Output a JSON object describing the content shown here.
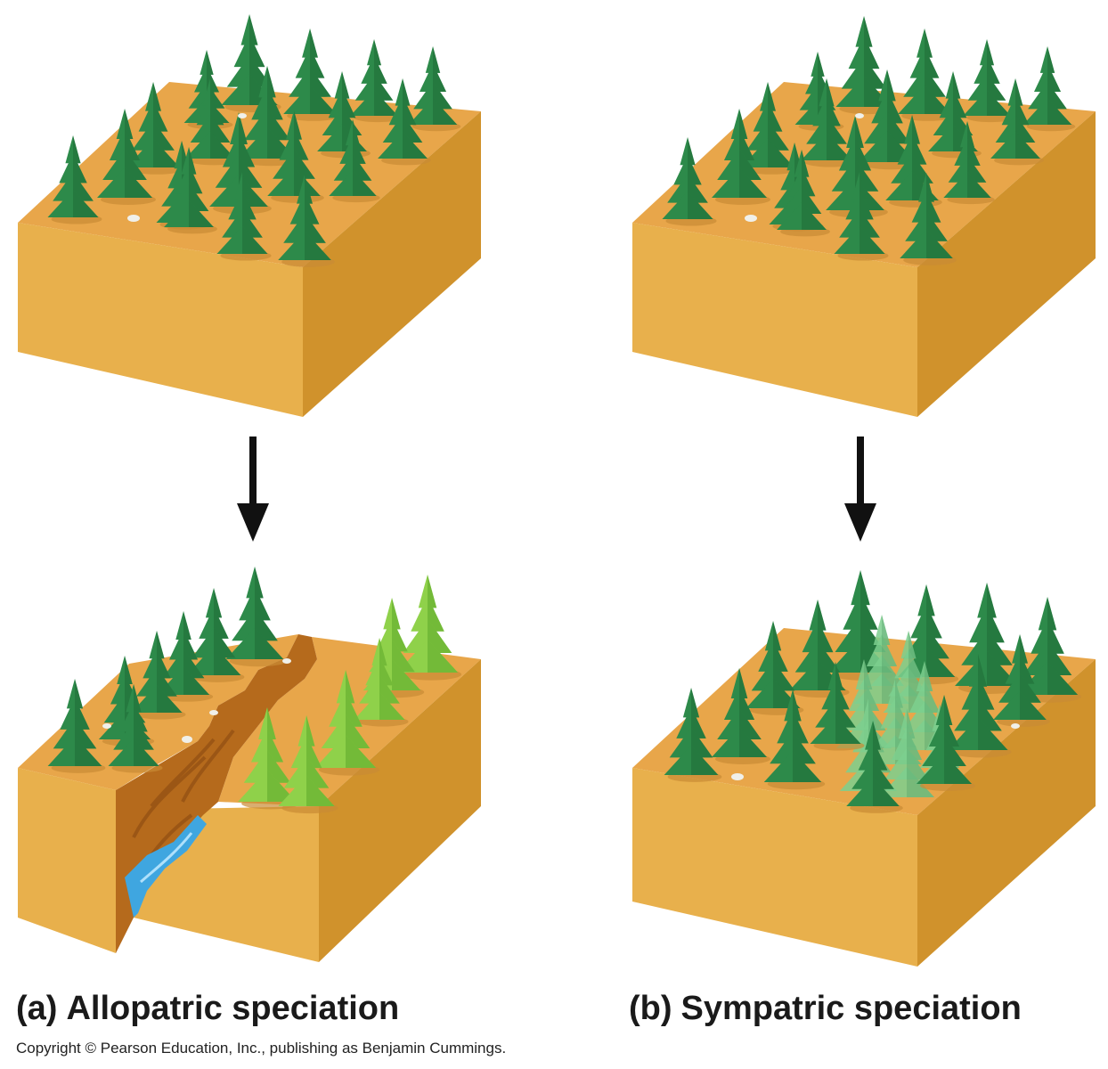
{
  "panels": [
    {
      "letter": "(a)",
      "name": "Allopatric speciation"
    },
    {
      "letter": "(b)",
      "name": "Sympatric speciation"
    }
  ],
  "copyright": "Copyright © Pearson Education, Inc., publishing as Benjamin Cummings.",
  "colors": {
    "block_top": "#e8a64a",
    "block_front": "#e8b04c",
    "block_side": "#d0922c",
    "tree_dark": "#2d8a4a",
    "tree_dark_shade": "#1f6b36",
    "tree_light": "#8fd14a",
    "tree_light_shade": "#5da82a",
    "tree_pale": "#7ccf8e",
    "cliff": "#b56a1c",
    "river": "#3fa6e0",
    "arrow": "#111111"
  },
  "icons": [
    "down-arrow-icon",
    "conifer-tree-icon",
    "rock-icon",
    "river-icon"
  ]
}
